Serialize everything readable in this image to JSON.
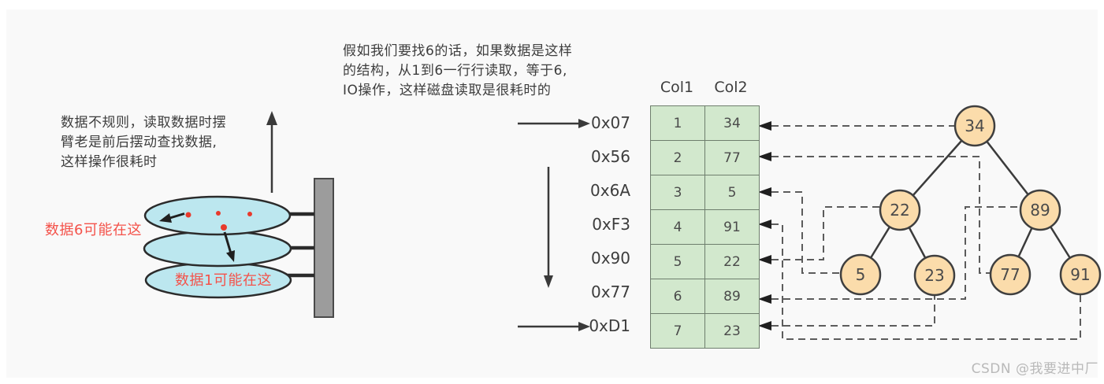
{
  "page": {
    "background": "#ffffff",
    "panel_background": "#f9f9f9",
    "text_color": "#3d3d3d",
    "watermark_color": "#b9b9b9"
  },
  "notes": {
    "disk_note": "数据不规则，读取数据时摆\n臂老是前后摆动查找数据,\n这样操作很耗时",
    "scan_note": "假如我们要找6的话，如果数据是这样\n的结构，从1到6一行行读取，等于6,\nIO操作，这样磁盘读取是很耗时的"
  },
  "disk": {
    "label_data6": "数据6可能在这",
    "label_data1": "数据1可能在这",
    "platter_color": "#bce7ef",
    "platter_stroke": "#2b2b2b",
    "spindle_fill": "#9c9c9c",
    "spindle_stroke": "#4a4a4a",
    "dot_color": "#e83a2c",
    "red_label_color": "#f4524a"
  },
  "addresses": {
    "items": [
      "0x07",
      "0x56",
      "0x6A",
      "0xF3",
      "0x90",
      "0x77",
      "0xD1"
    ]
  },
  "table": {
    "headers": [
      "Col1",
      "Col2"
    ],
    "rows": [
      {
        "col1": "1",
        "col2": "34"
      },
      {
        "col1": "2",
        "col2": "77"
      },
      {
        "col1": "3",
        "col2": "5"
      },
      {
        "col1": "4",
        "col2": "91"
      },
      {
        "col1": "5",
        "col2": "22"
      },
      {
        "col1": "6",
        "col2": "89"
      },
      {
        "col1": "7",
        "col2": "23"
      }
    ],
    "cell_background": "#d2e8cd",
    "border_color": "#6e7e6d"
  },
  "tree": {
    "node_fill": "#fbdcab",
    "node_stroke": "#3f3f3f",
    "nodes": [
      {
        "value": "34"
      },
      {
        "value": "22"
      },
      {
        "value": "89"
      },
      {
        "value": "5"
      },
      {
        "value": "23"
      },
      {
        "value": "77"
      },
      {
        "value": "91"
      }
    ]
  },
  "watermark": {
    "text": "CSDN @我要进中厂"
  }
}
